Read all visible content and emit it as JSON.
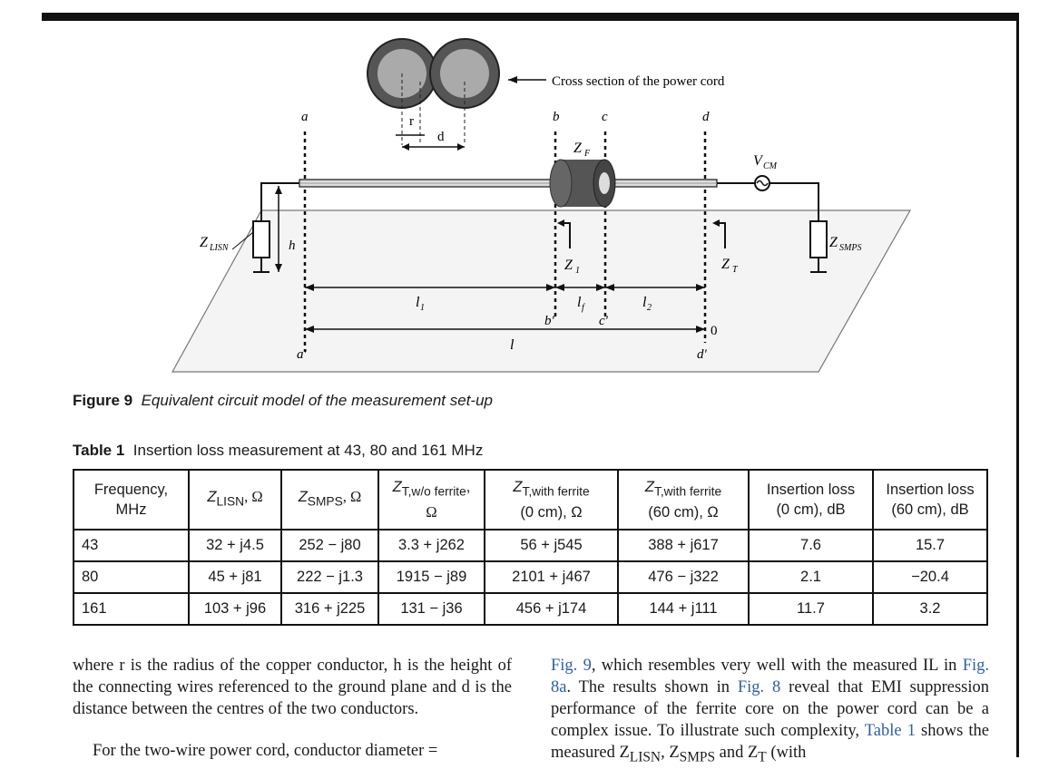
{
  "figure": {
    "cross_section_label": "Cross section of the power cord",
    "labels": {
      "a": "a",
      "b": "b",
      "c": "c",
      "d": "d",
      "a_prime": "a'",
      "b_prime": "b'",
      "c_prime": "c'",
      "d_prime": "d'",
      "r": "r",
      "d_dist": "d",
      "h": "h",
      "l1": "l",
      "l1_sub": "1",
      "lf": "l",
      "lf_sub": "f",
      "l2": "l",
      "l2_sub": "2",
      "l": "l",
      "zero": "0",
      "zf": "Z",
      "zf_sub": "F",
      "z1": "Z",
      "z1_sub": "1",
      "zt": "Z",
      "zt_sub": "T",
      "vcm": "V",
      "vcm_sub": "CM",
      "zlisn": "Z",
      "zlisn_sub": "LISN",
      "zsmps": "Z",
      "zsmps_sub": "SMPS"
    },
    "caption_label": "Figure 9",
    "caption_text": "Equivalent circuit model of the measurement set-up"
  },
  "table": {
    "caption_label": "Table 1",
    "caption_text": "Insertion loss measurement at 43, 80 and 161 MHz",
    "headers": [
      {
        "line1": "Frequency,",
        "line2": "MHz"
      },
      {
        "line1": "Z",
        "sub": "LISN",
        "unit": ", Ω"
      },
      {
        "line1": "Z",
        "sub": "SMPS",
        "unit": ", Ω"
      },
      {
        "line1": "Z",
        "sub": "T,w/o ferrite",
        "unit": ",",
        "line2": "Ω"
      },
      {
        "line1": "Z",
        "sub": "T,with ferrite",
        "line2": "(0 cm), Ω"
      },
      {
        "line1": "Z",
        "sub": "T,with ferrite",
        "line2": "(60 cm), Ω"
      },
      {
        "line1": "Insertion loss",
        "line2": "(0 cm), dB"
      },
      {
        "line1": "Insertion loss",
        "line2": "(60 cm), dB"
      }
    ],
    "rows": [
      [
        "43",
        "32 + j4.5",
        "252 − j80",
        "3.3 + j262",
        "56 + j545",
        "388 + j617",
        "7.6",
        "15.7"
      ],
      [
        "80",
        "45 + j81",
        "222 − j1.3",
        "1915 − j89",
        "2101 + j467",
        "476 − j322",
        "2.1",
        "−20.4"
      ],
      [
        "161",
        "103 + j96",
        "316 + j225",
        "131 − j36",
        "456 + j174",
        "144 + j111",
        "11.7",
        "3.2"
      ]
    ]
  },
  "text": {
    "left_p1": "where r is the radius of the copper conductor, h is the height of the connecting wires referenced to the ground plane and d is the distance between the centres of the two conductors.",
    "left_p2": "For the two-wire power cord, conductor diameter =",
    "right_link1": "Fig. 9",
    "right_t1": ", which resembles very well with the measured IL in ",
    "right_link2": "Fig. 8a",
    "right_t2": ". The results shown in ",
    "right_link3": "Fig. 8",
    "right_t3": " reveal that EMI suppression performance of the ferrite core on the power cord can be a complex issue. To illustrate such complexity, ",
    "right_link4": "Table 1",
    "right_t4": " shows the measured Z",
    "right_t4_sub1": "LISN",
    "right_t5": ", Z",
    "right_t5_sub": "SMPS",
    "right_t6": " and Z",
    "right_t6_sub": "T",
    "right_t7": " (with"
  }
}
